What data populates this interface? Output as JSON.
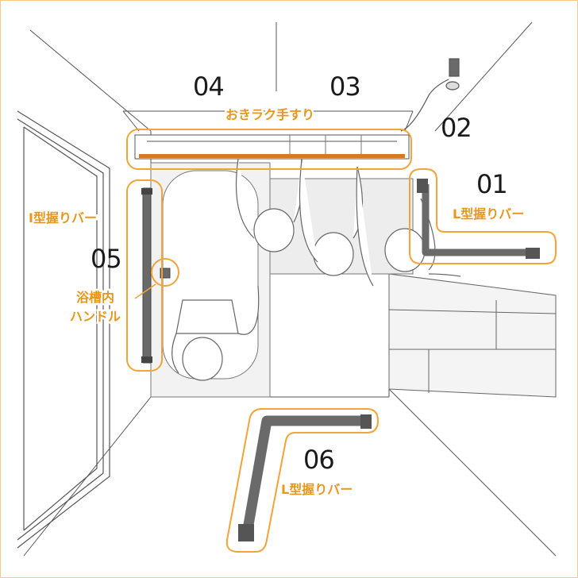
{
  "accent_color": "#f2a33a",
  "label_color": "#e8961c",
  "bar_color": "#6a6a6a",
  "line_color": "#555555",
  "items": [
    {
      "number": "01",
      "label": "L型握りバー"
    },
    {
      "number": "02",
      "label": ""
    },
    {
      "number": "03",
      "label": ""
    },
    {
      "number": "04",
      "label": "おきラク手すり"
    },
    {
      "number": "05",
      "label": "I型握りバー"
    },
    {
      "number": "06",
      "label": "L型握りバー"
    }
  ],
  "handle_label": [
    "浴槽内",
    "ハンドル"
  ]
}
